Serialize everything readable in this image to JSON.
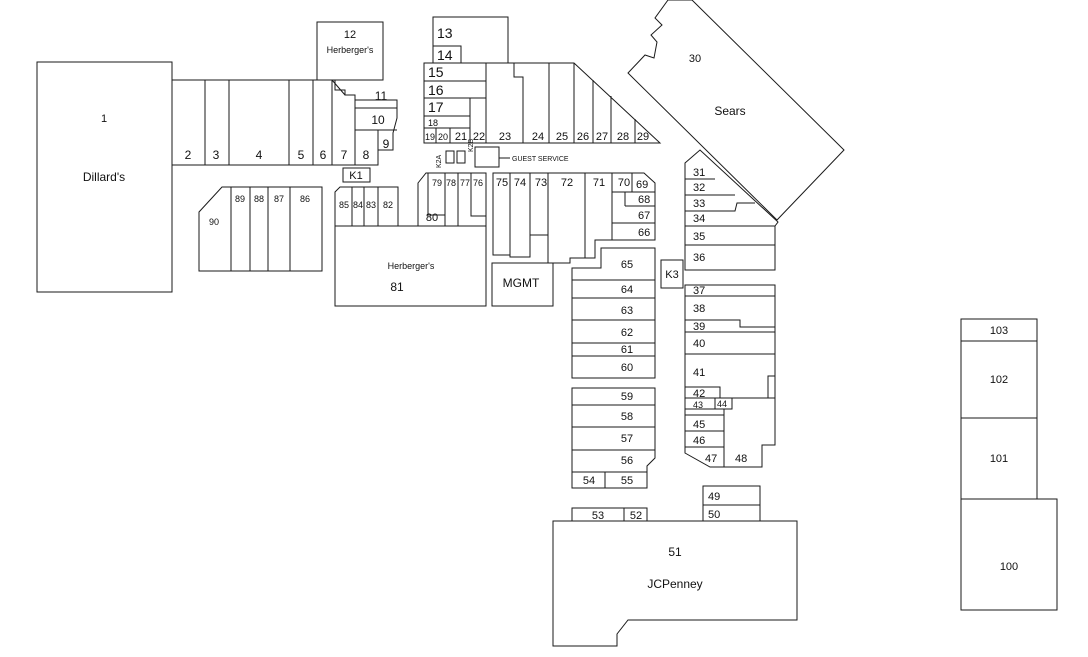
{
  "anchors": {
    "dillards_num": "1",
    "dillards_name": "Dillard's",
    "herberger_small_num": "12",
    "herberger_small_name": "Herberger's",
    "herberger_num": "81",
    "herberger_name": "Herberger's",
    "sears_num": "30",
    "sears_name": "Sears",
    "jcpenney_num": "51",
    "jcpenney_name": "JCPenney"
  },
  "kiosks": {
    "k1": "K1",
    "k2a": "K2A",
    "k2b": "K2B",
    "k3": "K3"
  },
  "service": {
    "guest_service": "GUEST SERVICE",
    "mgmt": "MGMT"
  },
  "units": {
    "u2": "2",
    "u3": "3",
    "u4": "4",
    "u5": "5",
    "u6": "6",
    "u7": "7",
    "u8": "8",
    "u9": "9",
    "u10": "10",
    "u11": "11",
    "u13": "13",
    "u14": "14",
    "u15": "15",
    "u16": "16",
    "u17": "17",
    "u18": "18",
    "u19": "19",
    "u20": "20",
    "u21": "21",
    "u22": "22",
    "u23": "23",
    "u24": "24",
    "u25": "25",
    "u26": "26",
    "u27": "27",
    "u28": "28",
    "u29": "29",
    "u31": "31",
    "u32": "32",
    "u33": "33",
    "u34": "34",
    "u35": "35",
    "u36": "36",
    "u37": "37",
    "u38": "38",
    "u39": "39",
    "u40": "40",
    "u41": "41",
    "u42": "42",
    "u43": "43",
    "u44": "44",
    "u45": "45",
    "u46": "46",
    "u47": "47",
    "u48": "48",
    "u49": "49",
    "u50": "50",
    "u52": "52",
    "u53": "53",
    "u54": "54",
    "u55": "55",
    "u56": "56",
    "u57": "57",
    "u58": "58",
    "u59": "59",
    "u60": "60",
    "u61": "61",
    "u62": "62",
    "u63": "63",
    "u64": "64",
    "u65": "65",
    "u66": "66",
    "u67": "67",
    "u68": "68",
    "u69": "69",
    "u70": "70",
    "u71": "71",
    "u72": "72",
    "u73": "73",
    "u74": "74",
    "u75": "75",
    "u76": "76",
    "u77": "77",
    "u78": "78",
    "u79": "79",
    "u80": "80",
    "u82": "82",
    "u83": "83",
    "u84": "84",
    "u85": "85",
    "u86": "86",
    "u87": "87",
    "u88": "88",
    "u89": "89",
    "u90": "90",
    "u100": "100",
    "u101": "101",
    "u102": "102",
    "u103": "103"
  }
}
